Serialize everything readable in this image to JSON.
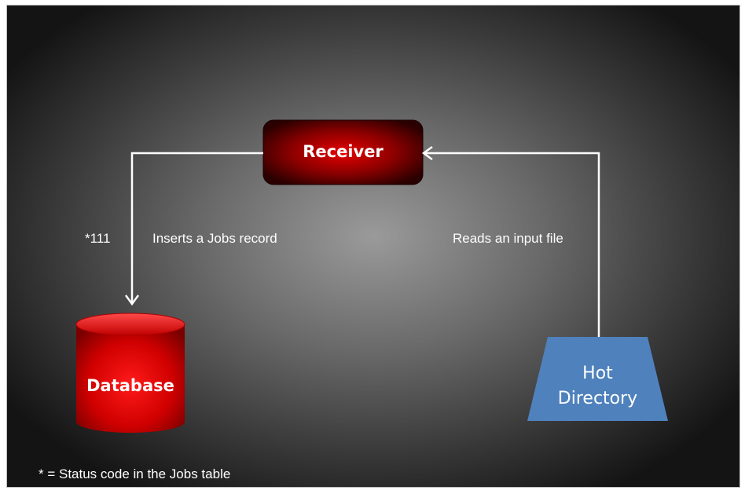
{
  "nodes": {
    "receiver": "Receiver",
    "database": "Database",
    "hot_directory_line1": "Hot",
    "hot_directory_line2": "Directory"
  },
  "edges": {
    "inserts": "Inserts a Jobs record",
    "reads": "Reads an input file",
    "status_code": "*111"
  },
  "footnote": "* = Status code in the Jobs table",
  "colors": {
    "receiver": "#c00000",
    "database": "#e00000",
    "hot_directory": "#4f81bd",
    "arrows": "#ffffff"
  }
}
